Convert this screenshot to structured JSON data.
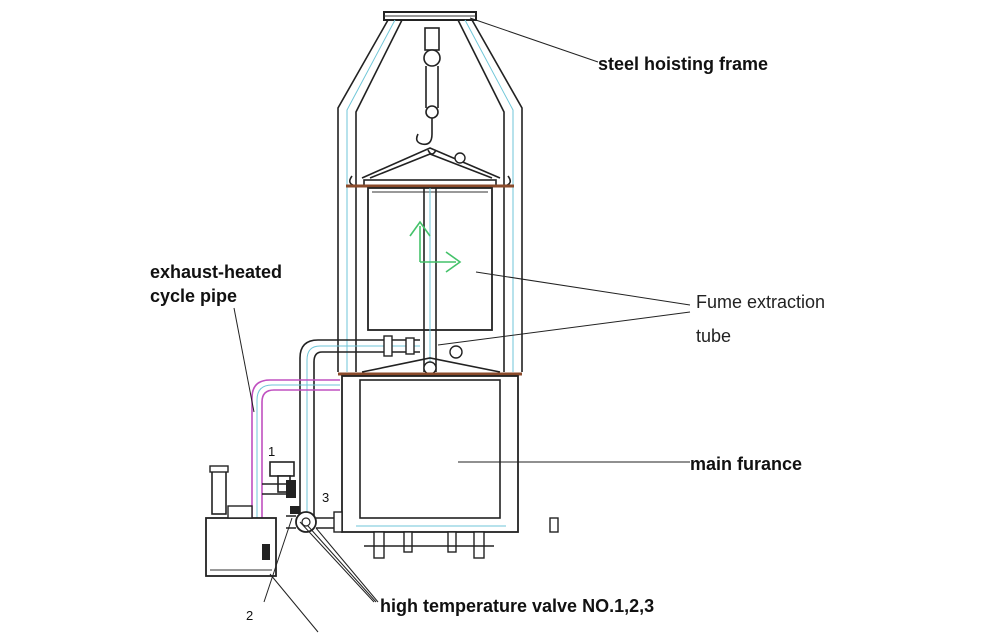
{
  "labels": {
    "hoisting_frame": "steel hoisting frame",
    "exhaust_line1": "exhaust-heated",
    "exhaust_line2": "cycle pipe",
    "fume_line1": "Fume extraction",
    "fume_line2": "tube",
    "main_furnace": "main furance",
    "valves": "high temperature valve NO.1,2,3"
  },
  "valve_numbers": {
    "v1": "1",
    "v2": "2",
    "v3": "3"
  },
  "colors": {
    "line": "#222222",
    "pipe_cyan": "#6fc6d8",
    "exhaust_pipe": "#c050c0",
    "arrow_green": "#44c26a",
    "flange_brown": "#8a4a2a"
  }
}
